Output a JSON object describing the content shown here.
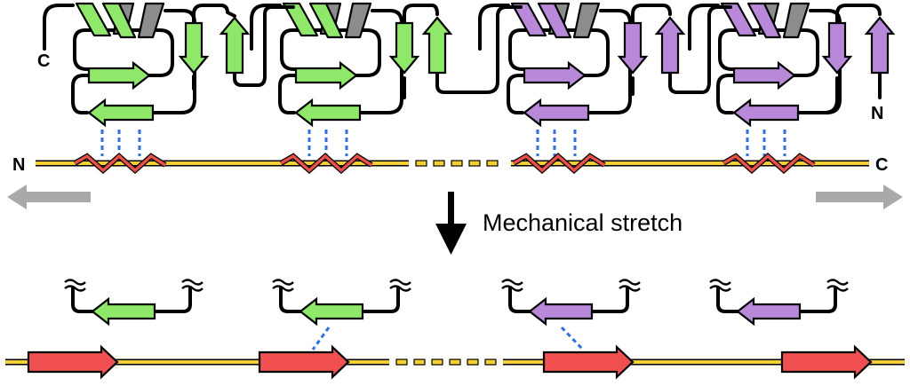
{
  "labels": {
    "n_left": "N",
    "c_right": "C",
    "c_top": "C",
    "n_top": "N"
  },
  "caption": "Mechanical stretch",
  "colors": {
    "green": "#8fe86a",
    "purple": "#b889d8",
    "red": "#f05050",
    "yellow": "#f4cf34",
    "blue_dash": "#2f6fe0",
    "gray_helix": "#8c8c8c",
    "gray_arrow": "#a9a9a9"
  },
  "domains_top": [
    {
      "color": "green"
    },
    {
      "color": "green"
    },
    {
      "color": "purple"
    },
    {
      "color": "purple"
    }
  ],
  "fragments_bottom": [
    {
      "color": "green",
      "hbond": false
    },
    {
      "color": "green",
      "hbond": true
    },
    {
      "color": "purple",
      "hbond": true
    },
    {
      "color": "purple",
      "hbond": false
    }
  ]
}
